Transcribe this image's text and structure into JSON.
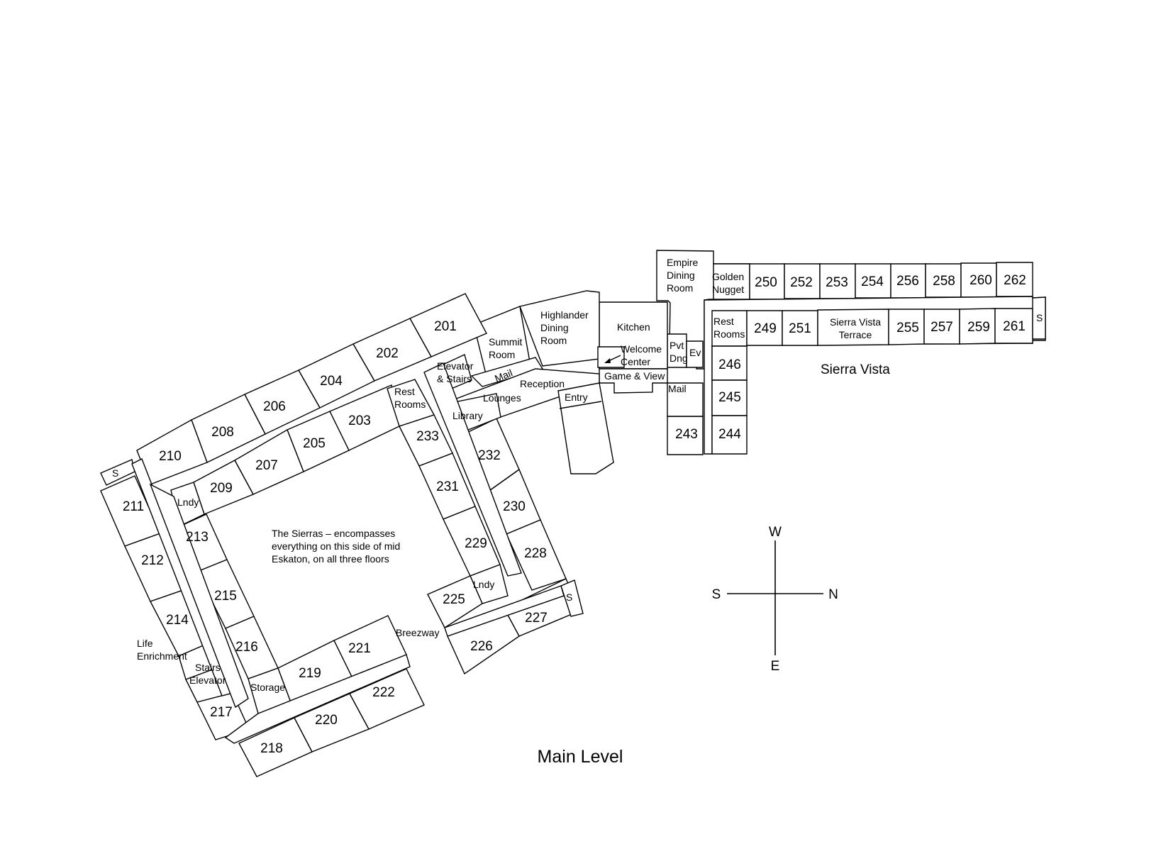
{
  "title": "Main Level",
  "area_name": "Sierra Vista",
  "note_lines": [
    "The Sierras – encompasses",
    "everything on this side of mid",
    "Eskaton, on all three floors"
  ],
  "compass": {
    "north": "N",
    "south": "S",
    "east": "E",
    "west": "W"
  },
  "rooms": {
    "r201": "201",
    "r202": "202",
    "r203": "203",
    "r204": "204",
    "r205": "205",
    "r206": "206",
    "r207": "207",
    "r208": "208",
    "r209": "209",
    "r210": "210",
    "r211": "211",
    "r212": "212",
    "r213": "213",
    "r214": "214",
    "r215": "215",
    "r216": "216",
    "r217": "217",
    "r218": "218",
    "r219": "219",
    "r220": "220",
    "r221": "221",
    "r222": "222",
    "r225": "225",
    "r226": "226",
    "r227": "227",
    "r228": "228",
    "r229": "229",
    "r230": "230",
    "r231": "231",
    "r232": "232",
    "r233": "233",
    "r243": "243",
    "r244": "244",
    "r245": "245",
    "r246": "246",
    "r249": "249",
    "r250": "250",
    "r251": "251",
    "r252": "252",
    "r253": "253",
    "r254": "254",
    "r255": "255",
    "r256": "256",
    "r257": "257",
    "r258": "258",
    "r259": "259",
    "r260": "260",
    "r261": "261",
    "r262": "262"
  },
  "labels": {
    "empire_1": "Empire",
    "empire_2": "Dining",
    "empire_3": "Room",
    "golden_1": "Golden",
    "golden_2": "Nugget",
    "highlander_1": "Highlander",
    "highlander_2": "Dining",
    "highlander_3": "Room",
    "kitchen": "Kitchen",
    "summit_1": "Summit",
    "summit_2": "Room",
    "welcome_1": "Welcome",
    "welcome_2": "Center",
    "pvt_1": "Pvt",
    "pvt_2": "Dng",
    "ev": "Ev",
    "rest_east_1": "Rest",
    "rest_east_2": "Rooms",
    "terrace_1": "Sierra Vista",
    "terrace_2": "Terrace",
    "elevator_1": "Elevator",
    "elevator_2": "& Stairs",
    "mail_1": "Mail",
    "mail_2": "Mail",
    "reception": "Reception",
    "game_view": "Game & View",
    "lounges": "Lounges",
    "entry": "Entry",
    "library": "Library",
    "rest_mid_1": "Rest",
    "rest_mid_2": "Rooms",
    "lndy_1": "Lndy",
    "lndy_2": "Lndy",
    "s_1": "S",
    "s_2": "S",
    "s_3": "S",
    "breezeway": "Breezway",
    "storage": "Storage",
    "life_1": "Life",
    "life_2": "Enrichment",
    "stairs_1": "Stairs",
    "stairs_2": "Elevator"
  }
}
